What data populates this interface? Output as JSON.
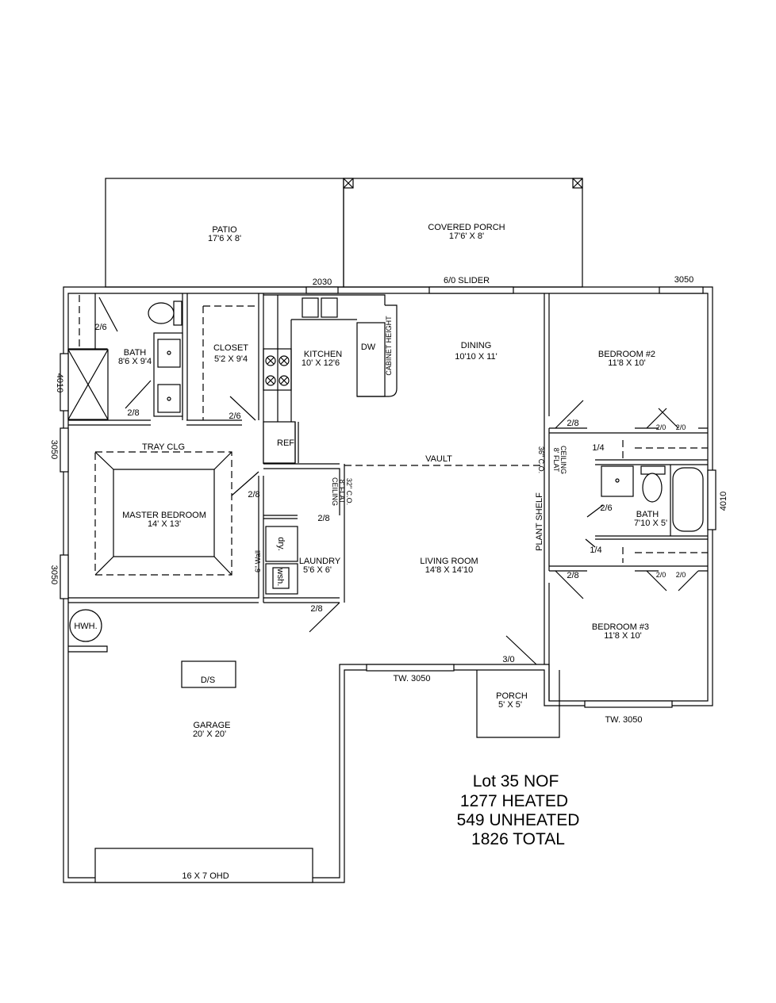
{
  "rooms": {
    "patio": {
      "label": "PATIO",
      "dims": "17'6 X 8'"
    },
    "covered_porch": {
      "label": "COVERED PORCH",
      "dims": "17'6' X 8'"
    },
    "master_bath": {
      "label": "BATH",
      "dims": "8'6 X 9'4"
    },
    "closet": {
      "label": "CLOSET",
      "dims": "5'2 X 9'4"
    },
    "kitchen": {
      "label": "KITCHEN",
      "dims": "10' X 12'6"
    },
    "dining": {
      "label": "DINING",
      "dims": "10'10 X 11'"
    },
    "bedroom2": {
      "label": "BEDROOM #2",
      "dims": "11'8 X 10'"
    },
    "master_bedroom": {
      "label": "MASTER BEDROOM",
      "dims": "14' X 13'"
    },
    "laundry": {
      "label": "LAUNDRY",
      "dims": "5'6 X 6'"
    },
    "living_room": {
      "label": "LIVING ROOM",
      "dims": "14'8 X 14'10"
    },
    "bath2": {
      "label": "BATH",
      "dims": "7'10 X 5'"
    },
    "bedroom3": {
      "label": "BEDROOM #3",
      "dims": "11'8 X 10'"
    },
    "garage": {
      "label": "GARAGE",
      "dims": "20' X 20'"
    },
    "porch": {
      "label": "PORCH",
      "dims": "5' X 5'"
    }
  },
  "windows": {
    "w2030": "2030",
    "slider": "6/0 SLIDER",
    "w3050_top": "3050",
    "w4010_left": "4010",
    "w3050_left1": "3050",
    "w3050_left2": "3050",
    "w4010_right": "4010",
    "tw_living": "TW. 3050",
    "tw_bed3": "TW. 3050",
    "ohd": "16 X 7 OHD"
  },
  "doors": {
    "bath_wc": "2/6",
    "bath": "2/8",
    "closet": "2/6",
    "master": "2/8",
    "laundry": "2/8",
    "garage": "2/8",
    "front": "3/0",
    "bed2": "2/8",
    "bed3": "2/8",
    "bath2": "2/6",
    "lin1": "1/4",
    "lin2": "1/4",
    "cl_a": "2/0",
    "cl_b": "2/0",
    "cl_c": "2/0",
    "cl_d": "2/0"
  },
  "notes": {
    "tray": "TRAY CLG",
    "vault": "VAULT",
    "cabinet": "CABINET HEIGHT",
    "flat1_a": "32\" C.O.",
    "flat1_b": "8' FLAT",
    "flat1_c": "CEILING",
    "flat2_a": "36\" C.O.",
    "flat2_b": "8' FLAT",
    "flat2_c": "CEILING",
    "plant_shelf": "PLANT SHELF",
    "wall6": "6\" Wall",
    "dw": "DW",
    "ref": "REF",
    "dry": "dry.",
    "wsh": "wsh.",
    "hwh": "HWH.",
    "ds": "D/S"
  },
  "summary": {
    "lot": "Lot 35 NOF",
    "heated": "1277 HEATED",
    "unheated": "549 UNHEATED",
    "total": "1826 TOTAL"
  }
}
